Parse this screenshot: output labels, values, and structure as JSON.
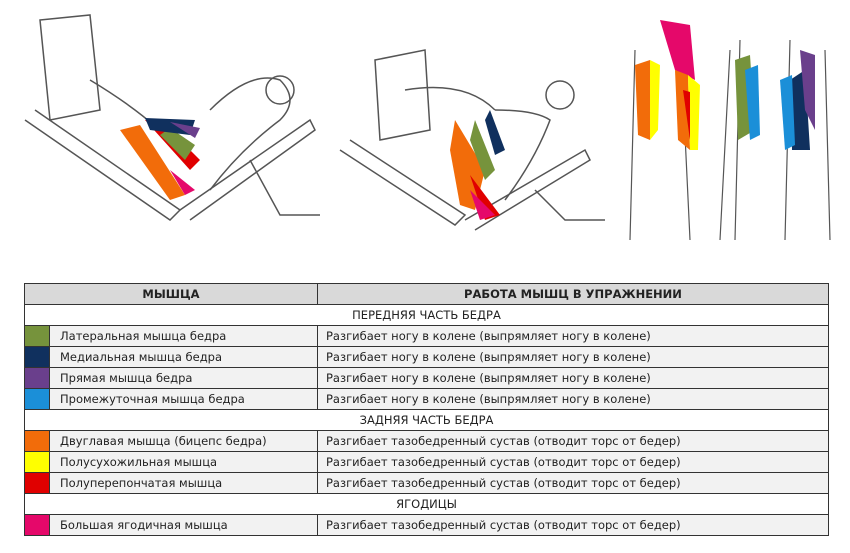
{
  "table": {
    "headers": [
      "МЫШЦА",
      "РАБОТА МЫШЦ В УПРАЖНЕНИИ"
    ],
    "sections": [
      {
        "title": "ПЕРЕДНЯЯ ЧАСТЬ БЕДРА",
        "rows": [
          {
            "color": "#76933c",
            "muscle": "Латеральная мышца бедра",
            "work": "Разгибает ногу в колене (выпрямляет ногу в колене)"
          },
          {
            "color": "#10305e",
            "muscle": "Медиальная мышца бедра",
            "work": "Разгибает ногу в колене (выпрямляет ногу в колене)"
          },
          {
            "color": "#6a3f8c",
            "muscle": "Прямая мышца бедра",
            "work": "Разгибает ногу в колене (выпрямляет ногу в колене)"
          },
          {
            "color": "#1b8fd8",
            "muscle": "Промежуточная мышца бедра",
            "work": "Разгибает ногу в колене (выпрямляет ногу в колене)"
          }
        ]
      },
      {
        "title": "ЗАДНЯЯ ЧАСТЬ БЕДРА",
        "rows": [
          {
            "color": "#f26c0a",
            "muscle": "Двуглавая мышца (бицепс бедра)",
            "work": "Разгибает тазобедренный сустав (отводит торс от бедер)"
          },
          {
            "color": "#ffff00",
            "muscle": "Полусухожильная мышца",
            "work": "Разгибает тазобедренный сустав (отводит торс от бедер)"
          },
          {
            "color": "#e00000",
            "muscle": "Полуперепончатая мышца",
            "work": "Разгибает тазобедренный сустав (отводит торс от бедер)"
          }
        ]
      },
      {
        "title": "ЯГОДИЦЫ",
        "rows": [
          {
            "color": "#e5086a",
            "muscle": "Большая ягодичная мышца",
            "work": "Разгибает тазобедренный сустав (отводит торс от бедер)"
          }
        ]
      }
    ]
  }
}
